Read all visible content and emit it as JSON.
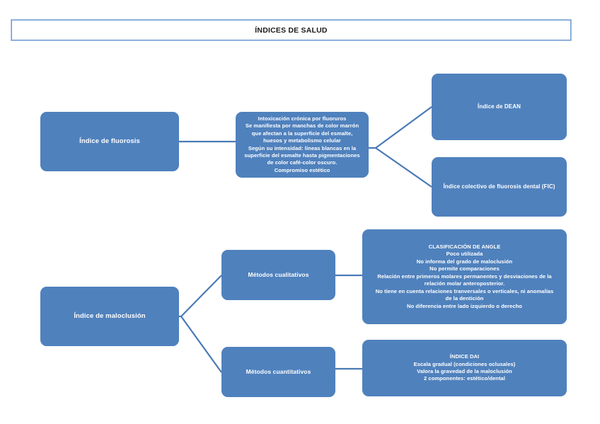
{
  "page": {
    "title": "ÍNDICES DE SALUD",
    "accent_color": "#4f81bd",
    "connector_color": "#4a7ab5",
    "banner_border_color": "#6f9bd1",
    "text_color": "#ffffff",
    "background_color": "#ffffff"
  },
  "branches": {
    "fluorosis": {
      "root_label": "Índice de fluorosis",
      "description_label": "Intoxicación crónica por fluoruros\nSe manifiesta por manchas de color marrón\nque afectan a la superficie del esmalte,\nhuesos y metabolismo celular\nSegún su intensidad: líneas blancas en la\nsuperficie del esmalte hasta pigmentaciones\nde color café-color oscuro.\nCompromiso estético",
      "leaves": [
        {
          "label": "Índice de DEAN"
        },
        {
          "label": "Índice colectivo de fluorosis dental (FIC)"
        }
      ]
    },
    "maloclusion": {
      "root_label": "Índice de maloclusión",
      "methods": [
        {
          "label": "Métodos cualitativos",
          "detail_label": "CLASIFICACIÓN DE ANGLE\nPoco utilizada\nNo informa del grado de maloclusión\nNo permite comparaciones\nRelación entre primeros molares permanentes y desviaciones de la\nrelación molar anteroposterior.\nNo tiene en cuenta relaciones tranversales o verticales, ni anomalías\nde la dentición\nNo diferencia entre lado izquierdo o derecho"
        },
        {
          "label": "Métodos cuantitativos",
          "detail_label": "ÍNDICE DAI\nEscala gradual (condiciones oclusales)\nValora la gravedad de la maloclusión\n2 componentes: estético/dental"
        }
      ]
    }
  }
}
